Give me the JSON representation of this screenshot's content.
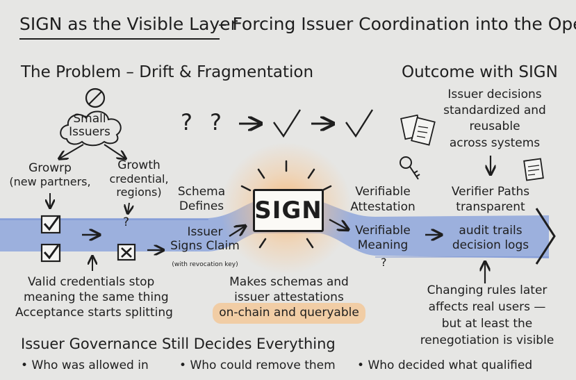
{
  "title": {
    "main": "SIGN as the Visible Layer",
    "rest": " – Forcing Issuer Coordination into the Open"
  },
  "headings": {
    "problem": "The Problem – Drift & Fragmentation",
    "outcome": "Outcome with SIGN",
    "governance": "Issuer Governance Still Decides Everything"
  },
  "issuers": {
    "line1": "Small",
    "line2": "Issuers"
  },
  "branches": {
    "left": {
      "line1": "Growrp",
      "line2": "(new partners,"
    },
    "right": {
      "line1": "Growth",
      "line2": "credential,",
      "line3": "regions)"
    }
  },
  "symbols": {
    "question1": "?",
    "question2": "?",
    "question_mark": "?",
    "question_mid": "?",
    "question_right": "?"
  },
  "problem_caption": {
    "line1": "Valid credentials stop",
    "line2": "meaning the same thing",
    "line3": "Acceptance starts splitting"
  },
  "schema": {
    "line1": "Schema",
    "line2": "Defines"
  },
  "issuer_signs": {
    "line1": "Issuer",
    "line2": "Signs Claim",
    "note": "(with revocation key)"
  },
  "sign_label": "SIGN",
  "sign_caption": {
    "line1": "Makes schemas and",
    "line2": "issuer attestations",
    "line3": "on-chain and queryable"
  },
  "verifiable": {
    "attestation_line1": "Verifiable",
    "attestation_line2": "Attestation",
    "meaning_line1": "Verifiable",
    "meaning_line2": "Meaning"
  },
  "outcome_caption": {
    "line1": "Issuer decisions",
    "line2": "standardized and",
    "line3": "reusable",
    "line4": "across systems"
  },
  "verifier": {
    "line1": "Verifier Paths",
    "line2": "transparent",
    "line3": "audit trails",
    "line4": "decision logs"
  },
  "changing": {
    "line1": "Changing rules later",
    "line2": "affects real users —",
    "line3": "but at least the",
    "line4": "renegotiation is visible"
  },
  "bullets": [
    "Who was allowed in",
    "Who could remove them",
    "Who decided what qualified"
  ],
  "colors": {
    "band": "#8ea6dc",
    "band_edge": "#6f8ad0",
    "glow": "#f7b26a",
    "highlight": "#f2c89a",
    "ink": "#1e1e1e"
  }
}
